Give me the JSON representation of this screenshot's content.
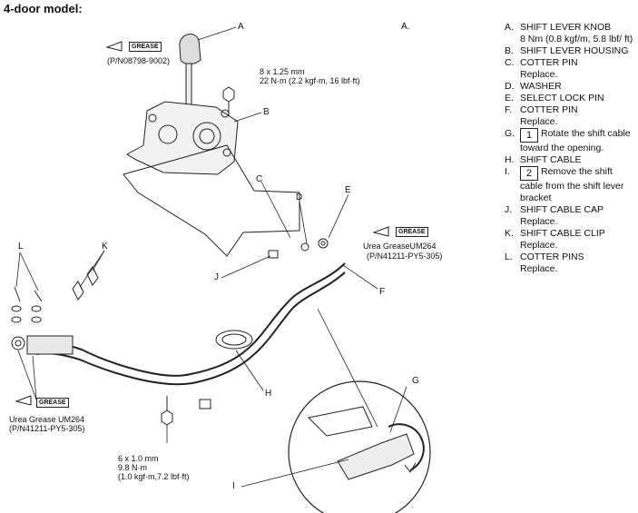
{
  "title": "4-door model:",
  "view_label": "A.",
  "callouts": {
    "A": "A",
    "B": "B",
    "C": "C",
    "D": "D",
    "E": "E",
    "F": "F",
    "G": "G",
    "H": "H",
    "I": "I",
    "J": "J",
    "K": "K",
    "L": "L"
  },
  "notes": {
    "grease_top_tag": "GREASE",
    "grease_top_pn": "(P/N08798-9002)",
    "bolt_top_size": "8 x 1.25 mm",
    "bolt_top_torque": "22 N·m (2.2 kgf·m, 16 lbf·ft)",
    "urea_right_tag": "GREASE",
    "urea_right_name": "Urea GreaseUM264",
    "urea_right_pn": "(P/N41211-PY5-305)",
    "urea_left_tag": "GREASE",
    "urea_left_name": "Urea Grease UM264",
    "urea_left_pn": "(P/N41211-PY5-305)",
    "bolt_bottom_size": "6 x 1.0 mm",
    "bolt_bottom_torque": "9.8 N·m",
    "bolt_bottom_torque2": "(1.0 kgf·m,7.2 lbf·ft)"
  },
  "legend": [
    {
      "letter": "A.",
      "text": "SHIFT LEVER KNOB",
      "note": "8 Nm (0.8 kgf/m, 5.8 lbf/ ft)"
    },
    {
      "letter": "B.",
      "text": "SHIFT LEVER HOUSING",
      "note": ""
    },
    {
      "letter": "C.",
      "text": "COTTER PIN",
      "note": "Replace."
    },
    {
      "letter": "D.",
      "text": "WASHER",
      "note": ""
    },
    {
      "letter": "E.",
      "text": "SELECT LOCK PIN",
      "note": ""
    },
    {
      "letter": "F.",
      "text": "COTTER PIN",
      "note": "Replace."
    },
    {
      "letter": "G.",
      "step": "1",
      "text": "Rotate the shift cable toward the opening.",
      "note": ""
    },
    {
      "letter": "H.",
      "text": "SHIFT CABLE",
      "note": ""
    },
    {
      "letter": "I.",
      "step": "2",
      "text": "Remove the shift cable from the shift lever bracket",
      "note": ""
    },
    {
      "letter": "J.",
      "text": "SHIFT CABLE CAP",
      "note": "Replace."
    },
    {
      "letter": "K.",
      "text": "SHIFT CABLE CLIP",
      "note": "Replace."
    },
    {
      "letter": "L.",
      "text": "COTTER PINS",
      "note": "Replace."
    }
  ]
}
